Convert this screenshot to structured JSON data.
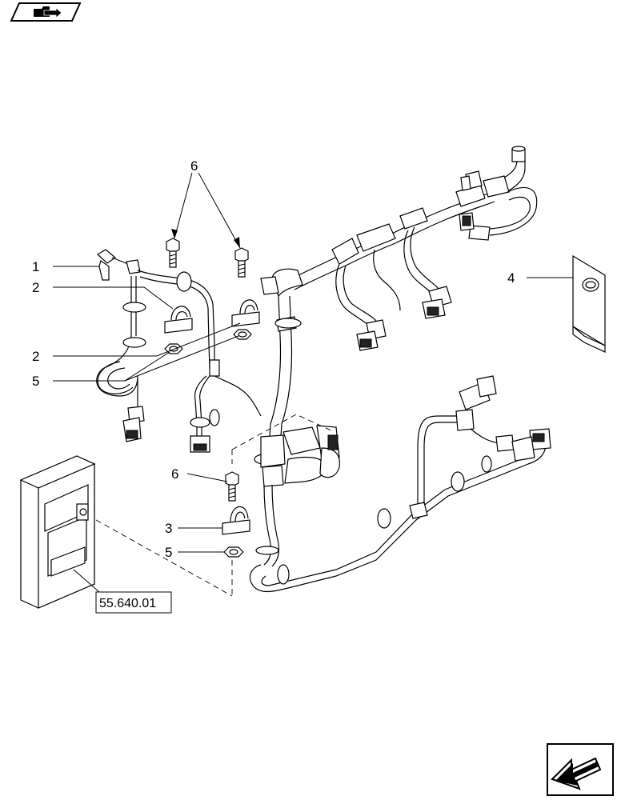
{
  "callouts": {
    "c1": "1",
    "c2a": "2",
    "c2b": "2",
    "c5a": "5",
    "c6top": "6",
    "c4": "4",
    "c6b": "6",
    "c3": "3",
    "c5b": "5"
  },
  "reference": "55.640.01",
  "icons": {
    "top_left": "folder-arrow-icon",
    "bottom_right": "previous-page-arrow-icon"
  }
}
